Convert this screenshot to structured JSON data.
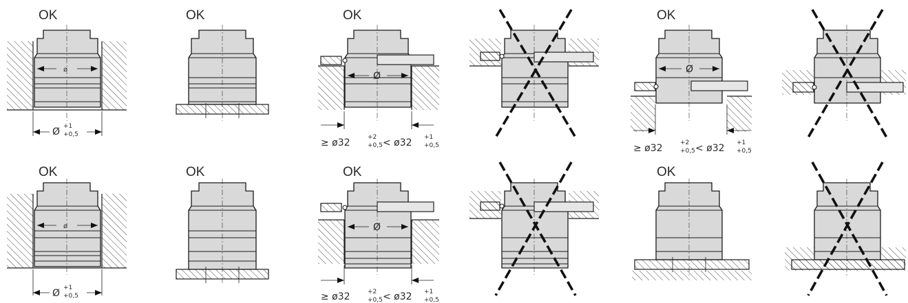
{
  "labels": {
    "ok": "OK"
  },
  "dimensions": {
    "diameter_symbol": "ø",
    "diameter_symbol_alt": "Ø",
    "tolerance_lower_dim": "Ø",
    "tolerance_upper": "+1",
    "tolerance_lower": "+0,5",
    "range_geq": "≥ ø32",
    "range_geq_upper": "+2",
    "range_geq_lower": "+0,5",
    "range_lt": "< ø32",
    "range_lt_upper": "+1",
    "range_lt_lower": "+0,5"
  },
  "panels": [
    {
      "id": "r1c1",
      "status": "OK"
    },
    {
      "id": "r1c2",
      "status": "OK"
    },
    {
      "id": "r1c3",
      "status": "OK"
    },
    {
      "id": "r1c4",
      "status": "not-ok"
    },
    {
      "id": "r1c5",
      "status": "OK"
    },
    {
      "id": "r1c6",
      "status": "not-ok"
    },
    {
      "id": "r2c1",
      "status": "OK"
    },
    {
      "id": "r2c2",
      "status": "OK"
    },
    {
      "id": "r2c3",
      "status": "OK"
    },
    {
      "id": "r2c4",
      "status": "not-ok"
    },
    {
      "id": "r2c5",
      "status": "OK"
    },
    {
      "id": "r2c6",
      "status": "not-ok"
    }
  ],
  "colors": {
    "body_fill": "#d9d9d9",
    "line": "#1a1a1a"
  }
}
